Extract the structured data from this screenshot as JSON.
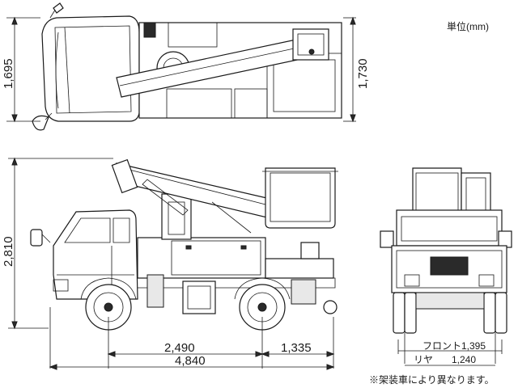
{
  "unit_label": "単位(mm)",
  "top_view": {
    "width_left": "1,695",
    "width_right": "1,730"
  },
  "side_view": {
    "height": "2,810",
    "wheelbase": "2,490",
    "rear_overhang": "1,335",
    "overall_length": "4,840"
  },
  "rear_view": {
    "front_tread": "フロント1,395",
    "rear_label": "リヤ",
    "rear_tread": "1,240"
  },
  "note": "※架装車により異なります。"
}
